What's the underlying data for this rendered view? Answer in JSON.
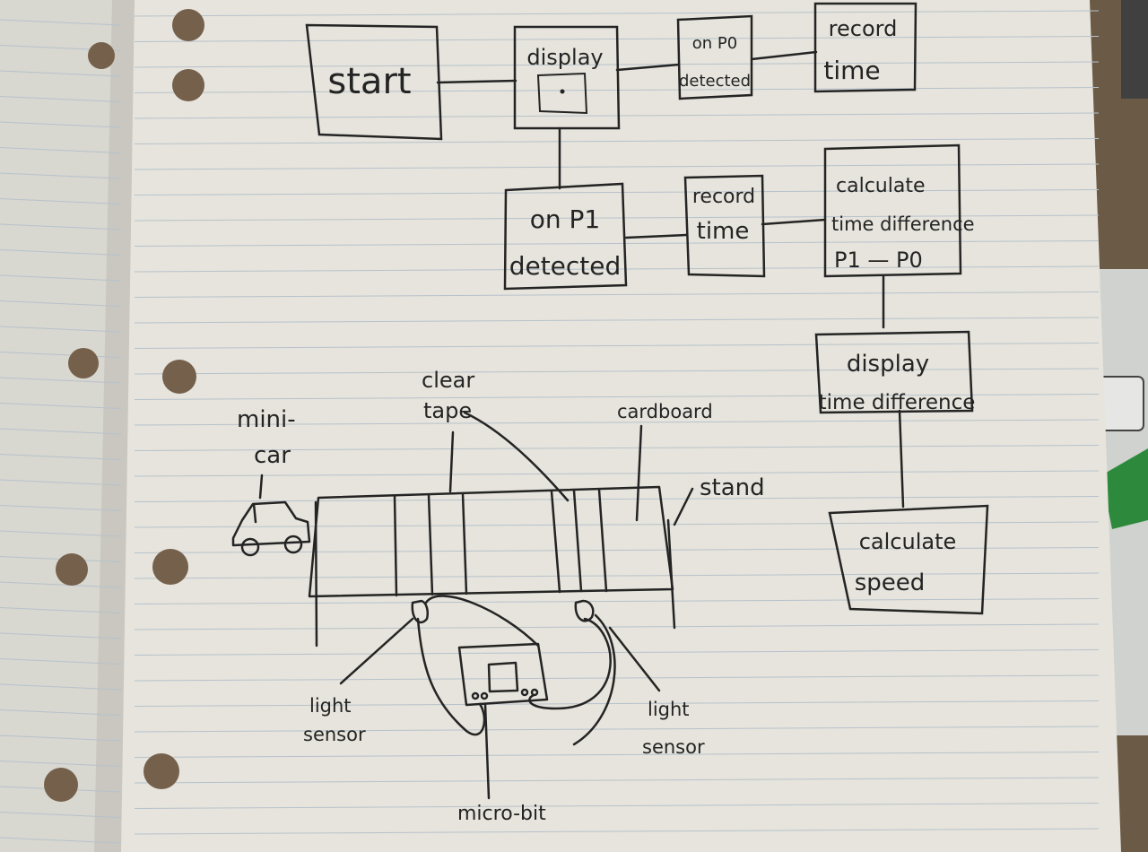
{
  "flowchart": {
    "start": "start",
    "display": "display",
    "p0_detected_top": [
      "on P0",
      "detected"
    ],
    "record_time_top": [
      "record",
      "time"
    ],
    "p1_detected": [
      "on P1",
      "detected"
    ],
    "record_time_mid": [
      "record",
      "time"
    ],
    "calculate_diff": [
      "calculate",
      "time difference",
      "P1 — P0"
    ],
    "display_diff": [
      "display",
      "time difference"
    ],
    "calculate_speed": [
      "calculate",
      "speed"
    ]
  },
  "apparatus": {
    "mini_car": [
      "mini-",
      "car"
    ],
    "clear_tape": [
      "clear",
      "tape"
    ],
    "cardboard": "cardboard",
    "stand": "stand",
    "light_sensor_left": [
      "light",
      "sensor"
    ],
    "light_sensor_right": [
      "light",
      "sensor"
    ],
    "micro_bit": "micro-bit"
  },
  "colors": {
    "paper": "#e6e4dc",
    "paper_left": "#d8d7d0",
    "rule_line": "#b7c2cc",
    "ink": "#242424",
    "background": "#6b5a46"
  }
}
